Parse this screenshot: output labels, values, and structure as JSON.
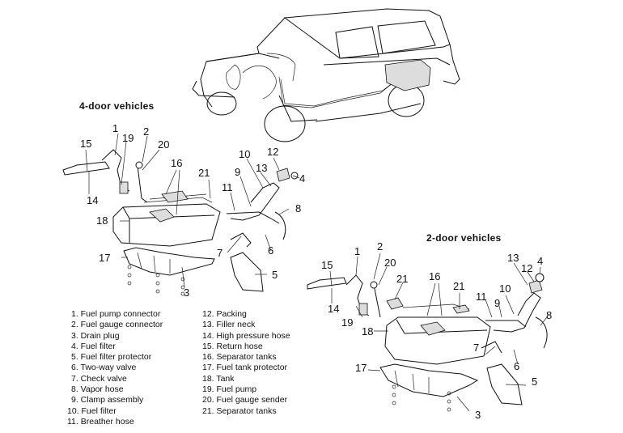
{
  "sections": {
    "four_door": {
      "title": "4-door vehicles"
    },
    "two_door": {
      "title": "2-door vehicles"
    }
  },
  "callouts_4door": [
    "1",
    "19",
    "2",
    "20",
    "15",
    "14",
    "16",
    "21",
    "10",
    "12",
    "13",
    "4",
    "9",
    "11",
    "8",
    "18",
    "7",
    "6",
    "17",
    "3",
    "5"
  ],
  "callouts_2door": [
    "1",
    "2",
    "20",
    "15",
    "14",
    "19",
    "21",
    "16",
    "21",
    "13",
    "12",
    "4",
    "11",
    "10",
    "9",
    "8",
    "18",
    "7",
    "6",
    "17",
    "5",
    "3"
  ],
  "legend": {
    "left": [
      "1. Fuel pump connector",
      "2. Fuel gauge connector",
      "3. Drain plug",
      "4. Fuel filter",
      "5. Fuel filter protector",
      "6. Two-way valve",
      "7. Check valve",
      "8. Vapor hose",
      "9. Clamp assembly",
      "10. Fuel filter",
      "11. Breather hose"
    ],
    "right": [
      "12. Packing",
      "13. Filler neck",
      "14. High pressure hose",
      "15. Return hose",
      "16. Separator tanks",
      "17. Fuel tank protector",
      "18. Tank",
      "19. Fuel pump",
      "20. Fuel gauge sender",
      "21. Separator tanks"
    ]
  }
}
